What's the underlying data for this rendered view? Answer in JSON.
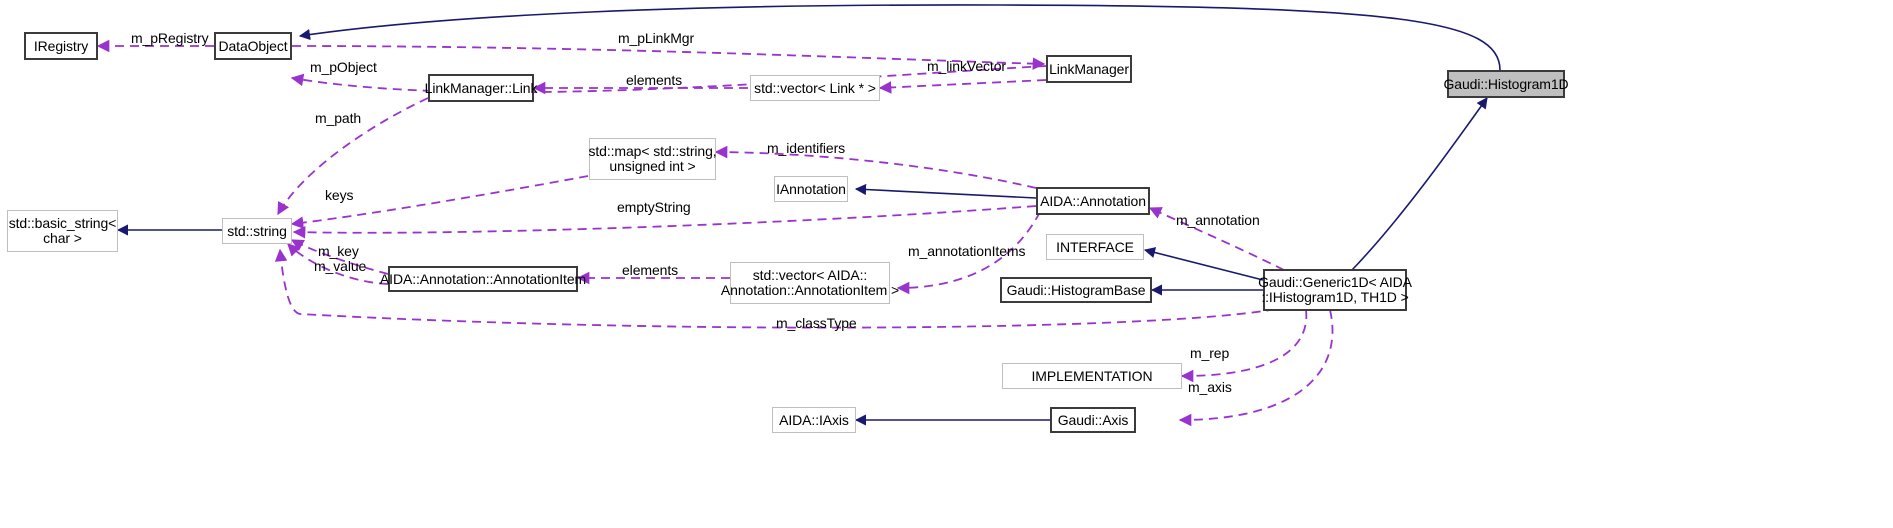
{
  "diagram": {
    "title": "Gaudi::Histogram1D collaboration diagram",
    "type": "uml-collaboration-graph",
    "colors": {
      "usage_edge": "#9a32cd",
      "inheritance_edge": "#191970",
      "highlight_fill": "#bfbfbf",
      "node_border_strong": "#3b3b3b",
      "node_border_light": "#bfbfbf",
      "background": "#ffffff"
    },
    "nodes": [
      {
        "id": "iregistry",
        "label": "IRegistry",
        "style": "thick"
      },
      {
        "id": "dataobject",
        "label": "DataObject",
        "style": "thick"
      },
      {
        "id": "linkmanagerlink",
        "label": "LinkManager::Link",
        "style": "thick"
      },
      {
        "id": "vectorlink",
        "label": "std::vector< Link * >",
        "style": "thin"
      },
      {
        "id": "linkmanager",
        "label": "LinkManager",
        "style": "thick"
      },
      {
        "id": "histogram1d",
        "label": "Gaudi::Histogram1D",
        "style": "highlight"
      },
      {
        "id": "mapstringuint",
        "label": "std::map< std::string,\nunsigned int >",
        "style": "thin"
      },
      {
        "id": "iannotation",
        "label": "IAnnotation",
        "style": "thin"
      },
      {
        "id": "aidaannotation",
        "label": "AIDA::Annotation",
        "style": "thick"
      },
      {
        "id": "basicstring",
        "label": "std::basic_string<\nchar >",
        "style": "thin"
      },
      {
        "id": "stdstring",
        "label": "std::string",
        "style": "thin"
      },
      {
        "id": "annotationitem",
        "label": "AIDA::Annotation::AnnotationItem",
        "style": "thick"
      },
      {
        "id": "vectorannitem",
        "label": "std::vector< AIDA::\nAnnotation::AnnotationItem >",
        "style": "thin"
      },
      {
        "id": "interface",
        "label": "INTERFACE",
        "style": "thin"
      },
      {
        "id": "histogrambase",
        "label": "Gaudi::HistogramBase",
        "style": "thick"
      },
      {
        "id": "generic1d",
        "label": "Gaudi::Generic1D< AIDA\n::IHistogram1D, TH1D >",
        "style": "thick"
      },
      {
        "id": "implementation",
        "label": "IMPLEMENTATION",
        "style": "thin"
      },
      {
        "id": "aidaiaxis",
        "label": "AIDA::IAxis",
        "style": "thin"
      },
      {
        "id": "gaudiaxis",
        "label": "Gaudi::Axis",
        "style": "thick"
      }
    ],
    "edge_labels": [
      {
        "id": "m_pRegistry",
        "text": "m_pRegistry"
      },
      {
        "id": "m_pLinkMgr",
        "text": "m_pLinkMgr"
      },
      {
        "id": "m_pObject",
        "text": "m_pObject"
      },
      {
        "id": "elements_link",
        "text": "elements"
      },
      {
        "id": "m_linkVector",
        "text": "m_linkVector"
      },
      {
        "id": "m_path",
        "text": "m_path"
      },
      {
        "id": "m_identifiers",
        "text": "m_identifiers"
      },
      {
        "id": "keys",
        "text": "keys"
      },
      {
        "id": "emptyString",
        "text": "emptyString"
      },
      {
        "id": "m_annotation",
        "text": "m_annotation"
      },
      {
        "id": "m_key",
        "text": "m_key"
      },
      {
        "id": "m_value",
        "text": "m_value"
      },
      {
        "id": "m_annotationItems",
        "text": "m_annotationItems"
      },
      {
        "id": "elements_annitem",
        "text": "elements"
      },
      {
        "id": "m_classType",
        "text": "m_classType"
      },
      {
        "id": "m_rep",
        "text": "m_rep"
      },
      {
        "id": "m_axis",
        "text": "m_axis"
      }
    ]
  }
}
